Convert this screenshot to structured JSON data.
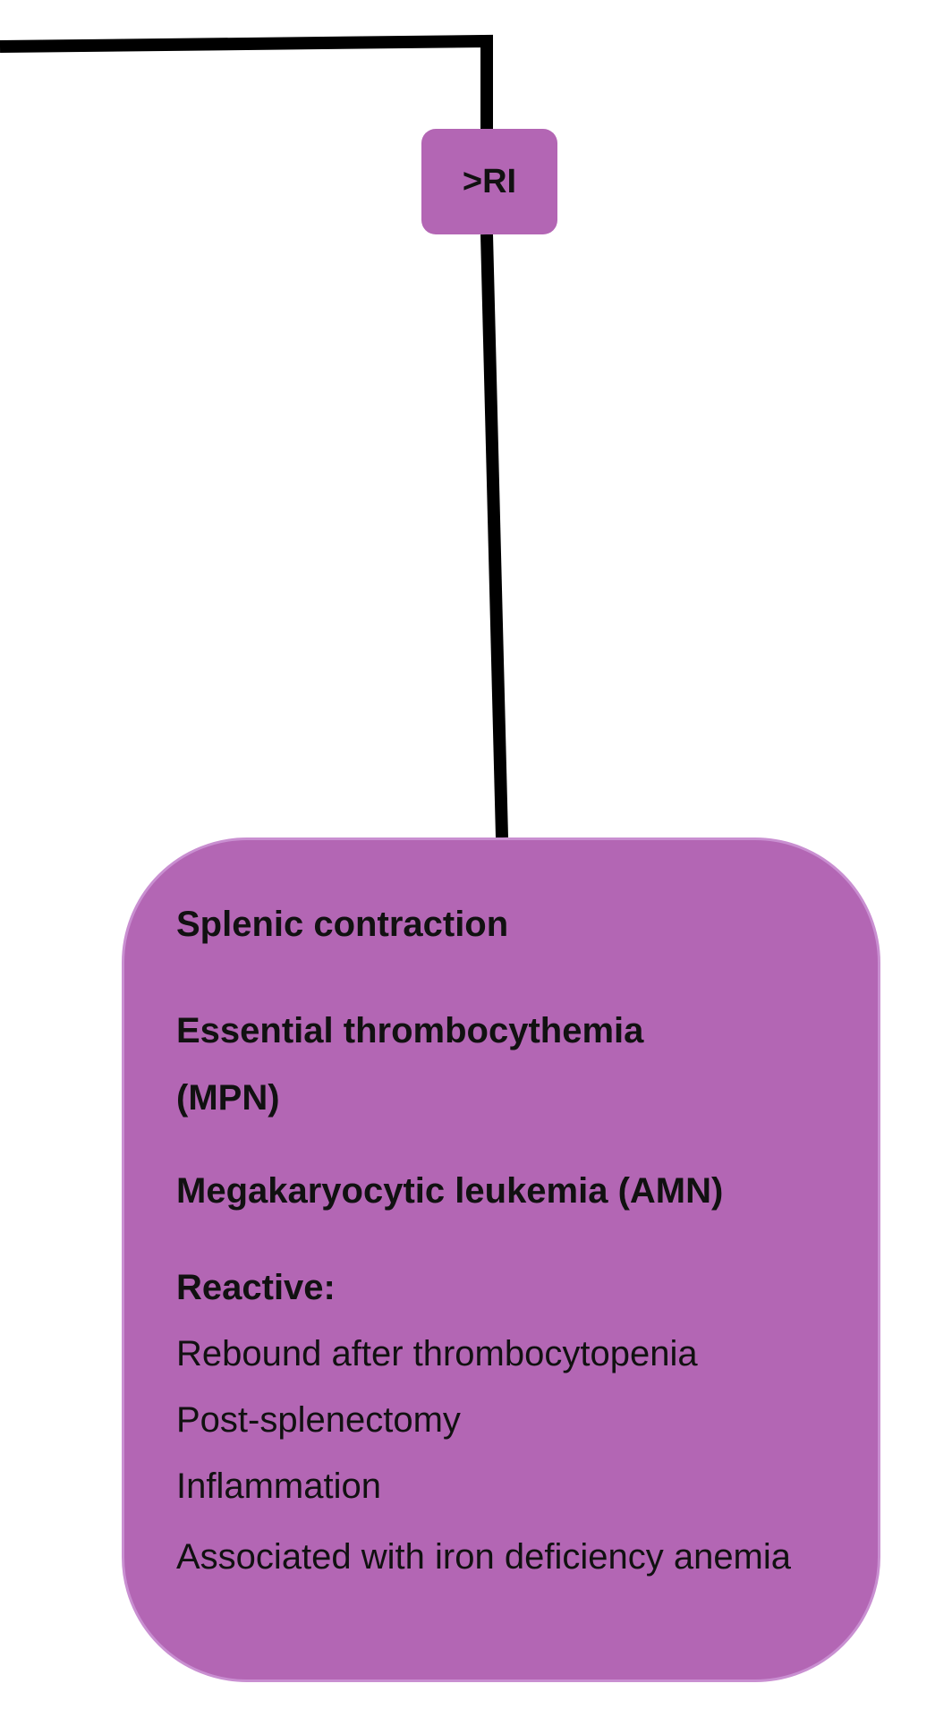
{
  "colors": {
    "node_fill": "#b366b4",
    "connector": "#000000",
    "text": "#111111"
  },
  "ri_node": {
    "label": ">RI"
  },
  "result_box": {
    "items": [
      "Splenic contraction",
      "Essential thrombocythemia (MPN)",
      "Megakaryocytic leukemia (AMN)"
    ],
    "reactive": {
      "heading": "Reactive:",
      "causes": [
        "Rebound after thrombocytopenia",
        "Post-splenectomy",
        "Inflammation",
        "Associated with iron deficiency anemia"
      ]
    }
  }
}
